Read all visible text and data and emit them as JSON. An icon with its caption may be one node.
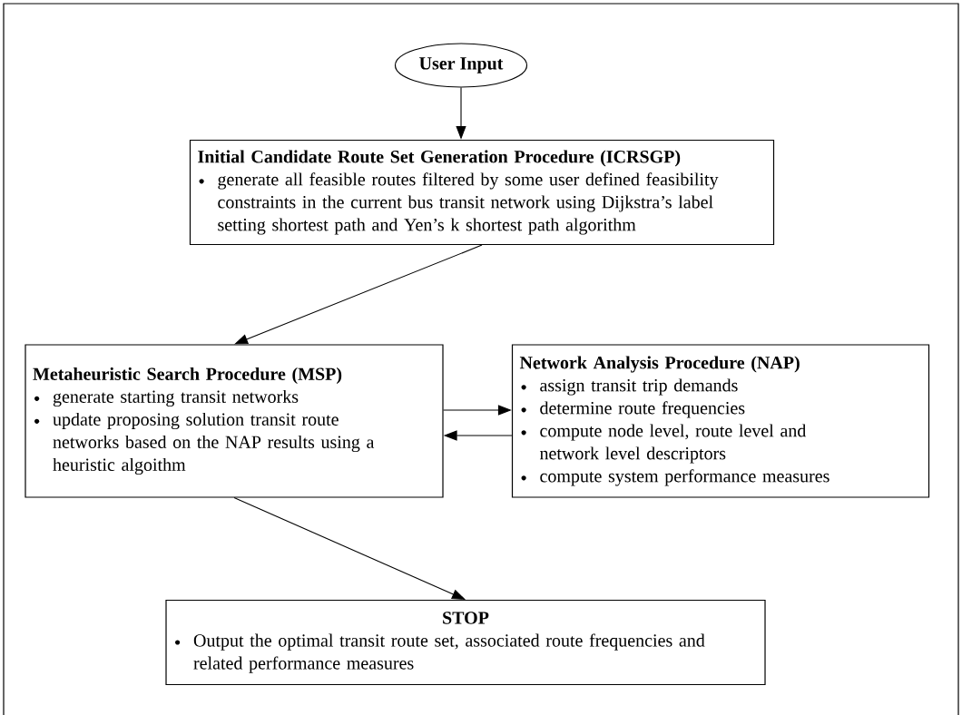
{
  "diagram": {
    "nodes": [
      {
        "text": [
          "User Input"
        ]
      },
      {
        "text": [
          "Initial Candidate Route Set Generation Procedure  (ICRSGP)",
          "generate all feasible routes filtered by some user defined feasibility constraints in the current bus transit network using Dijkstra’s label setting shortest path and Yen’s k shortest path algorithm"
        ]
      },
      {
        "text": [
          "Metaheuristic Search Procedure (MSP)",
          "generate starting transit networks",
          "update proposing solution transit route networks based on the NAP results using a heuristic algoithm"
        ]
      },
      {
        "text": [
          "Network Analysis Procedure  (NAP)",
          "assign transit trip demands",
          "determine route frequencies",
          "compute node level, route level and network level descriptors",
          "compute system performance measures"
        ]
      },
      {
        "text": [
          "STOP",
          "Output the optimal transit route set, associated route frequencies and related performance measures"
        ]
      }
    ],
    "edges": [
      {
        "from": 0,
        "to": 1,
        "arrow": "to"
      },
      {
        "from": 1,
        "to": 2,
        "arrow": "to"
      },
      {
        "from": 2,
        "to": 3,
        "arrow": "to"
      },
      {
        "from": 3,
        "to": 2,
        "arrow": "to"
      },
      {
        "from": 2,
        "to": 4,
        "arrow": "to"
      }
    ]
  }
}
